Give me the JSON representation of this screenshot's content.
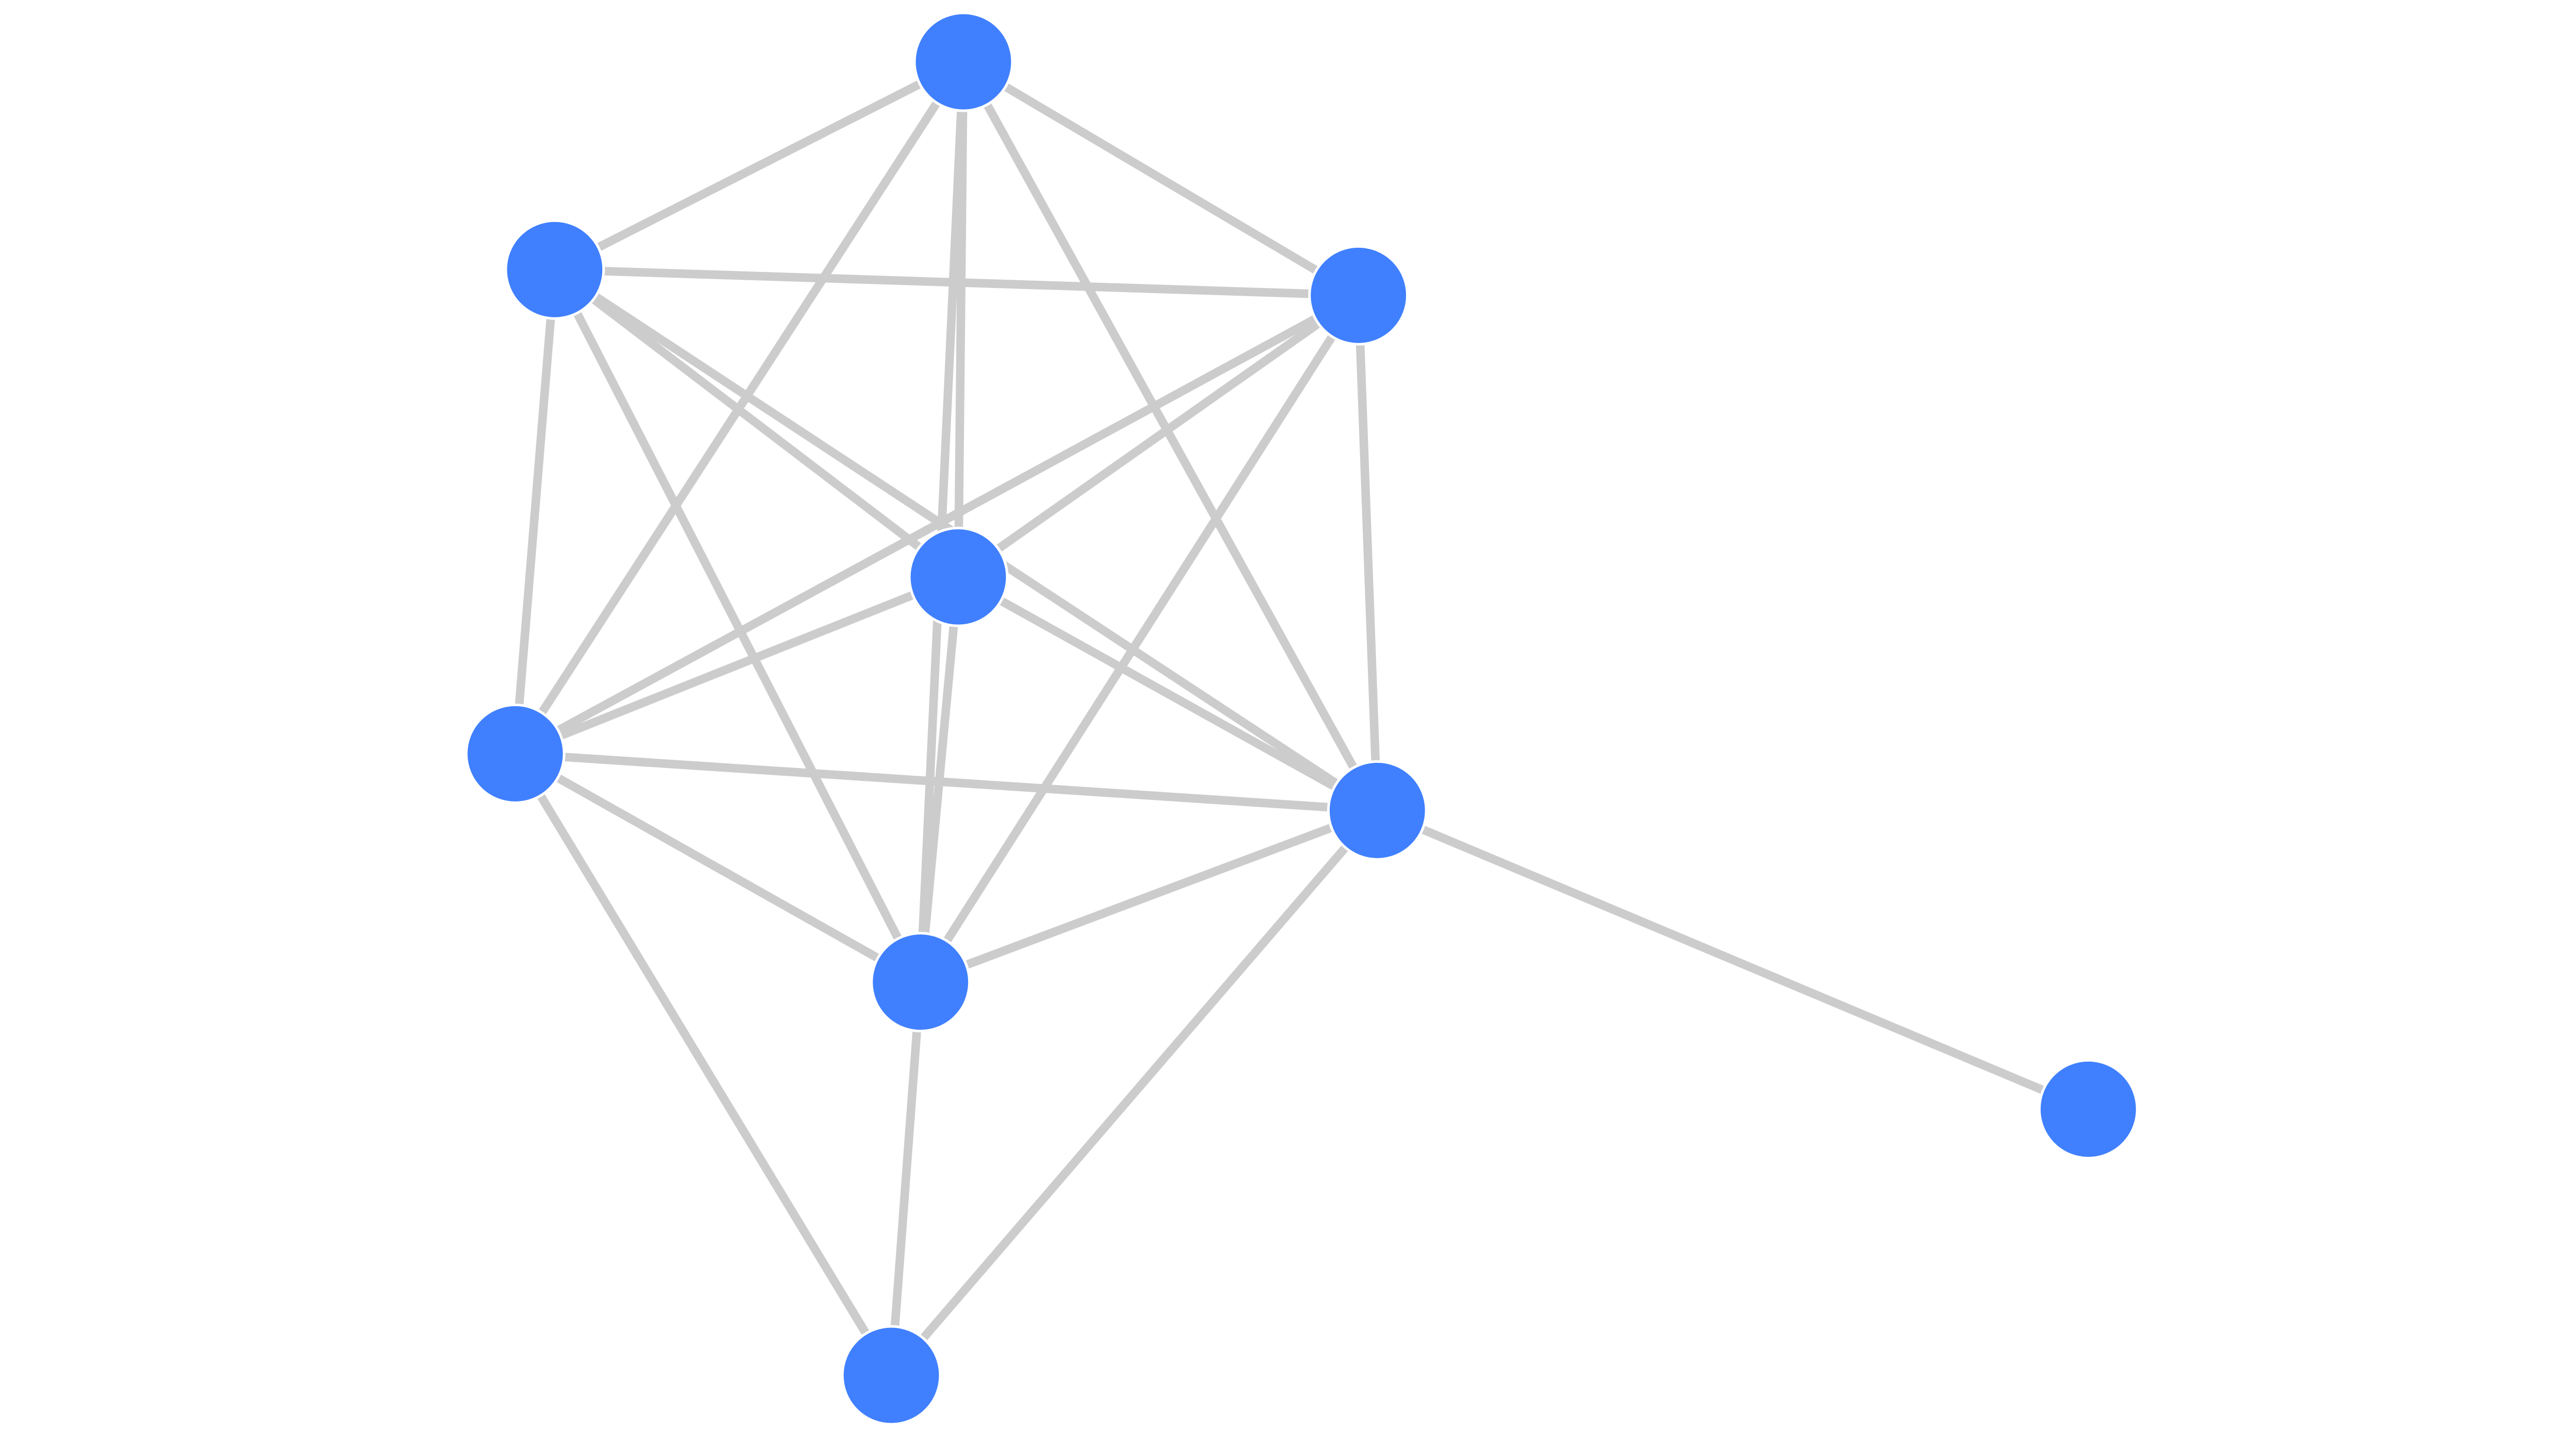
{
  "graph": {
    "colors": {
      "edge": "#cccccc",
      "node_fill": "#4080ff",
      "node_stroke": "#ffffff",
      "background": "#ffffff"
    },
    "nodes": [
      {
        "id": "n1"
      },
      {
        "id": "n2"
      },
      {
        "id": "n3"
      },
      {
        "id": "n4"
      },
      {
        "id": "n5"
      },
      {
        "id": "n6"
      },
      {
        "id": "n7"
      },
      {
        "id": "n8"
      },
      {
        "id": "n9"
      }
    ],
    "edges": [
      [
        "n1",
        "n2"
      ],
      [
        "n1",
        "n3"
      ],
      [
        "n1",
        "n4"
      ],
      [
        "n1",
        "n5"
      ],
      [
        "n1",
        "n6"
      ],
      [
        "n1",
        "n7"
      ],
      [
        "n2",
        "n3"
      ],
      [
        "n2",
        "n4"
      ],
      [
        "n2",
        "n5"
      ],
      [
        "n2",
        "n6"
      ],
      [
        "n2",
        "n7"
      ],
      [
        "n3",
        "n4"
      ],
      [
        "n3",
        "n5"
      ],
      [
        "n3",
        "n6"
      ],
      [
        "n3",
        "n7"
      ],
      [
        "n4",
        "n5"
      ],
      [
        "n4",
        "n6"
      ],
      [
        "n4",
        "n7"
      ],
      [
        "n5",
        "n6"
      ],
      [
        "n5",
        "n7"
      ],
      [
        "n5",
        "n8"
      ],
      [
        "n6",
        "n7"
      ],
      [
        "n6",
        "n8"
      ],
      [
        "n6",
        "n9"
      ],
      [
        "n7",
        "n8"
      ]
    ]
  }
}
